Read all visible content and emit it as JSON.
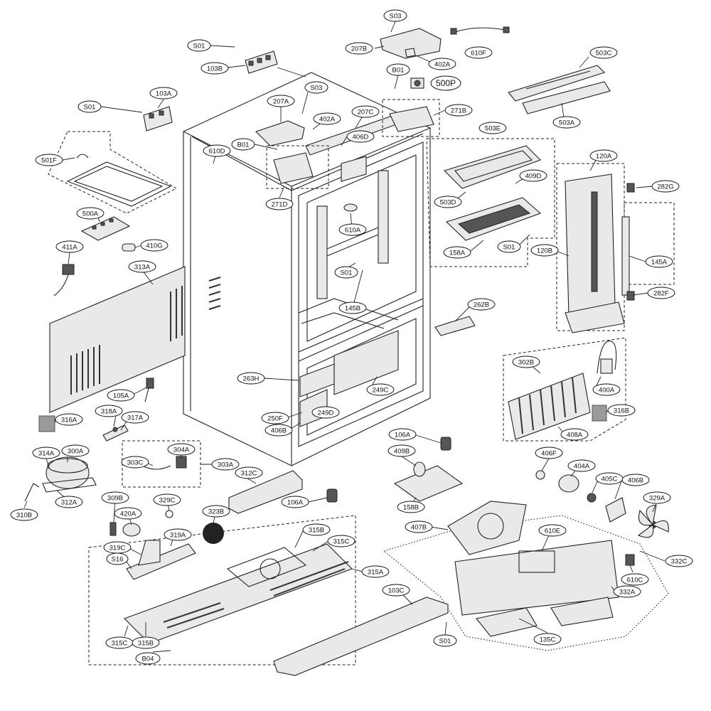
{
  "labels": {
    "S03_a": "S03",
    "207B": "207B",
    "402A_a": "402A",
    "610F": "610F",
    "S01_a": "S01",
    "103B": "103B",
    "B01_a": "B01",
    "500P": "500P",
    "503C": "503C",
    "503A": "503A",
    "103A": "103A",
    "S01_b": "S01",
    "207A": "207A",
    "S03_b": "S03",
    "402A_b": "402A",
    "207C": "207C",
    "271B": "271B",
    "406D": "406D",
    "B01_b": "B01",
    "610D": "610D",
    "503E": "503E",
    "409D": "409D",
    "120A": "120A",
    "282G": "282G",
    "501F": "501F",
    "271D": "271D",
    "503D": "503D",
    "500A": "500A",
    "610A": "610A",
    "158A": "158A",
    "S01_c": "S01",
    "120B": "120B",
    "411A": "411A",
    "410G": "410G",
    "145A": "145A",
    "313A": "313A",
    "S01_d": "S01",
    "145B": "145B",
    "282F": "282F",
    "262B": "262B",
    "302B": "302B",
    "263H": "263H",
    "400A": "400A",
    "249C": "249C",
    "105A": "105A",
    "316B": "316B",
    "318A": "318A",
    "317A": "317A",
    "316A": "316A",
    "250F": "250F",
    "249D": "249D",
    "406B_a": "406B",
    "408A": "408A",
    "106A_a": "106A",
    "314A": "314A",
    "300A": "300A",
    "304A": "304A",
    "303C": "303C",
    "303A": "303A",
    "409B": "409B",
    "406F": "406F",
    "404A": "404A",
    "312C": "312C",
    "405C": "405C",
    "406B_b": "406B",
    "309B": "309B",
    "329C": "329C",
    "106A_b": "106A",
    "312A": "312A",
    "329A": "329A",
    "323B": "323B",
    "420A": "420A",
    "158B": "158B",
    "310B": "310B",
    "407B": "407B",
    "315B_a": "315B",
    "319A": "319A",
    "610E": "610E",
    "315C_a": "315C",
    "319C": "319C",
    "332C": "332C",
    "S16": "S16",
    "315A": "315A",
    "610C": "610C",
    "103C": "103C",
    "332A": "332A",
    "315C_b": "315C",
    "315B_b": "315B",
    "S01_e": "S01",
    "135C": "135C",
    "B04": "B04"
  }
}
